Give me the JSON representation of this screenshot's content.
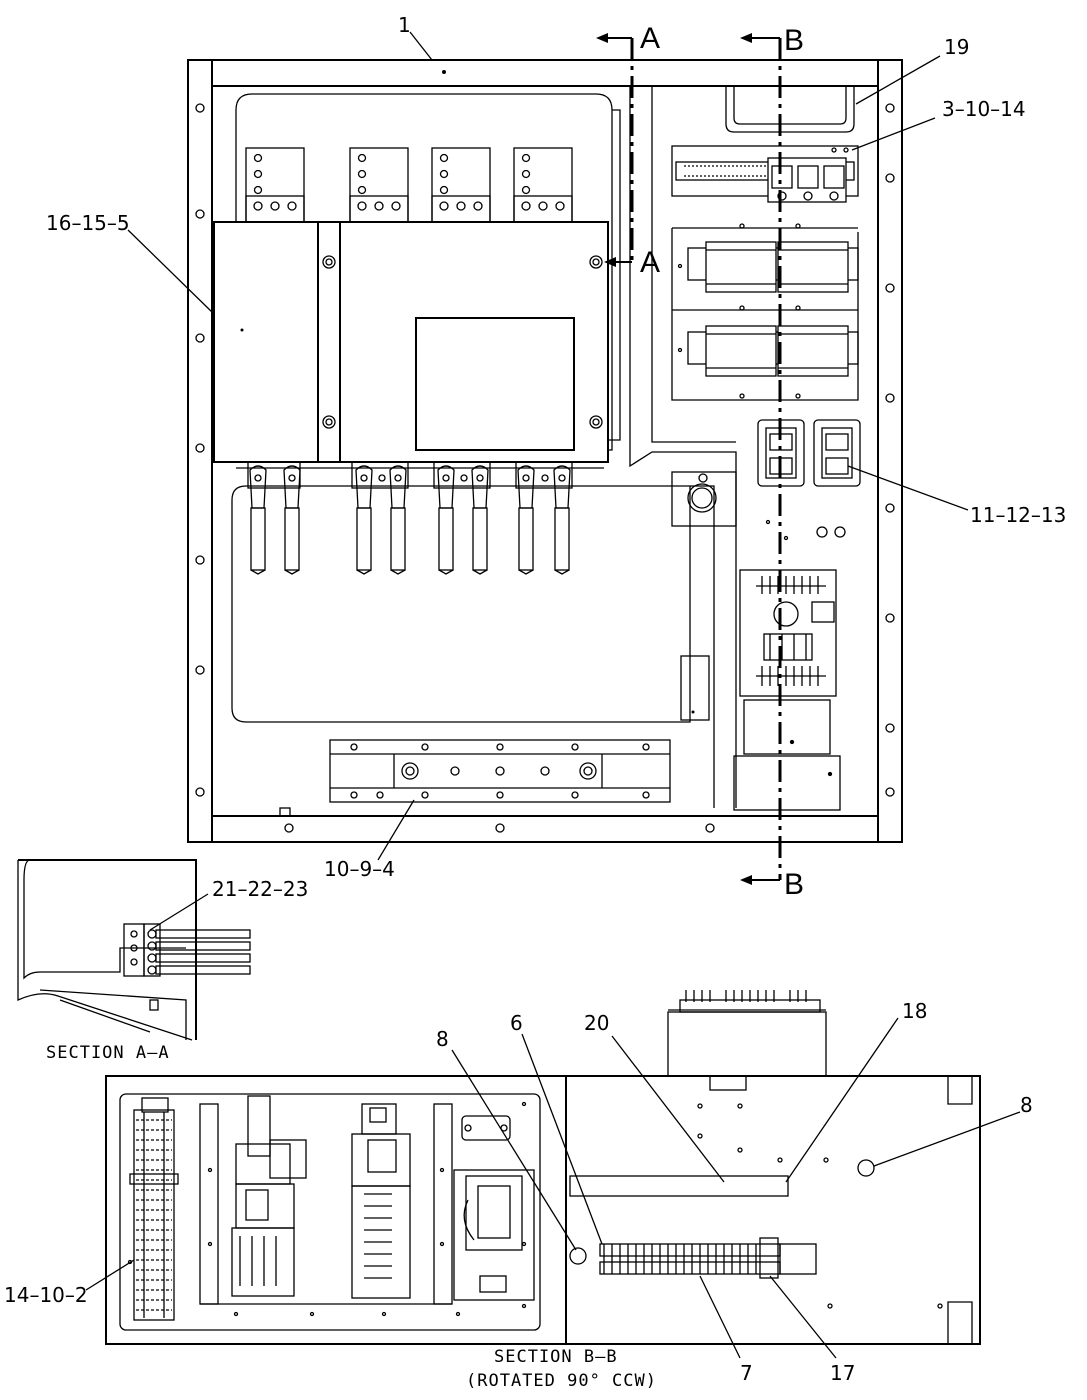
{
  "callouts": {
    "c1": "1",
    "c19": "19",
    "c3_10_14": "3–10–14",
    "c16_15_5": "16–15–5",
    "c11_12_13": "11–12–13",
    "c10_9_4": "10–9–4",
    "c21_22_23": "21–22–23",
    "c8_left": "8",
    "c6": "6",
    "c20": "20",
    "c18": "18",
    "c8_right": "8",
    "c14_10_2": "14–10–2",
    "c7": "7",
    "c17": "17"
  },
  "section_marks": {
    "a_top": "A",
    "a_mid": "A",
    "b_top": "B",
    "b_bottom": "B"
  },
  "section_titles": {
    "aa": "SECTION A–A",
    "bb_line1": "SECTION B–B",
    "bb_line2": "(ROTATED 90° CCW)"
  }
}
